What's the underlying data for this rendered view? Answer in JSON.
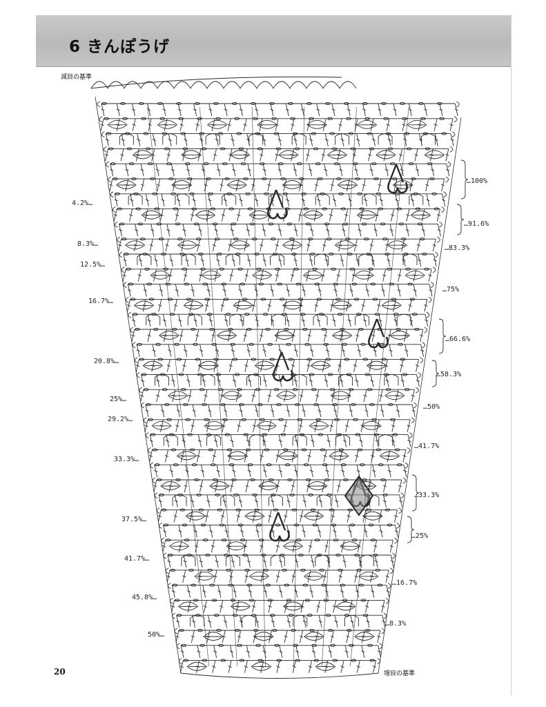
{
  "title": "6 きんぽうげ",
  "top_label": "減目の基準",
  "bottom_label": "増目の基準",
  "page_number": "20",
  "left_percentages": [
    "4.2%…",
    "8.3%…",
    "12.5%…",
    "16.7%…",
    "20.8%…",
    "25%…",
    "29.2%…",
    "33.3%…",
    "37.5%…",
    "41.7%…",
    "45.8%…",
    "50%…"
  ],
  "right_percentages": [
    "…100%",
    "…91.6%",
    "…83.3%",
    "…75%",
    "…66.6%",
    "…58.3%",
    "…50%",
    "…41.7%",
    "…33.3%",
    "…25%",
    "…16.7%",
    "…8.3%"
  ],
  "colors": {
    "title_band": "#c2c2c2",
    "ink": "#2a2a2a",
    "highlight": "#8c8c8c"
  }
}
